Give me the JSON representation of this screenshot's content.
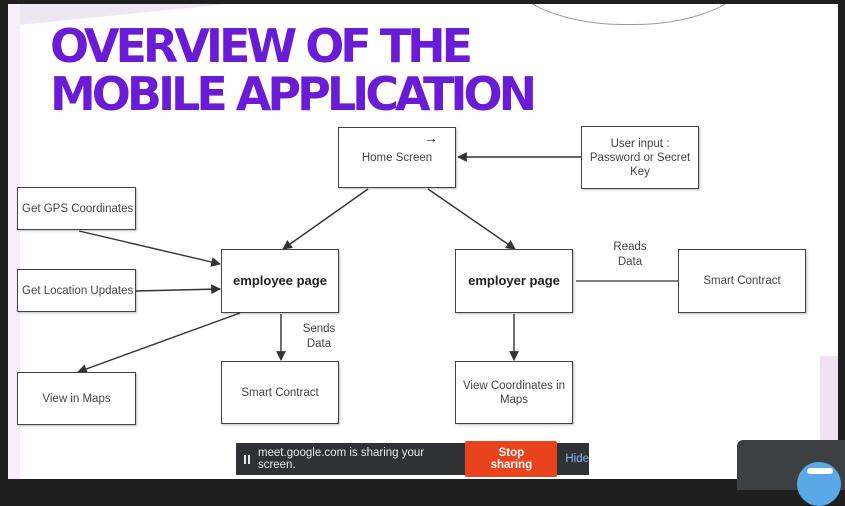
{
  "title": {
    "line1": "OVERVIEW OF THE",
    "line2": "MOBILE APPLICATION"
  },
  "nodes": {
    "home": "Home Screen",
    "user_input": "User input : Password or Secret Key",
    "gps": "Get GPS Coordinates",
    "location": "Get Location Updates",
    "employee": "employee page",
    "employer": "employer page",
    "smart_contract_right": "Smart Contract",
    "view_maps": "View in Maps",
    "smart_contract_bottom": "Smart Contract",
    "view_coords": "View Coordinates in Maps"
  },
  "edge_labels": {
    "reads_data": "Reads Data",
    "sends_data": "Sends Data"
  },
  "share_bar": {
    "message": "meet.google.com is sharing your screen.",
    "stop": "Stop sharing",
    "hide": "Hide"
  }
}
